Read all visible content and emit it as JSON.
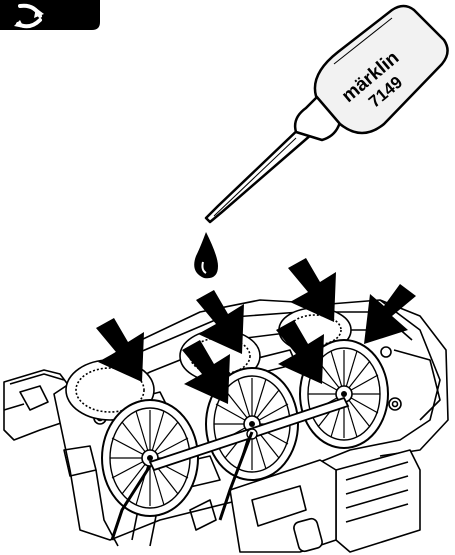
{
  "illustration": {
    "bottle": {
      "brand": "märklin",
      "product_number": "7149"
    },
    "corner_badge_icon": "rotate-arrows-icon",
    "arrow_count": 6,
    "colors": {
      "ink": "#000000",
      "paper": "#ffffff",
      "bottle_fill": "#f2f2f2"
    }
  }
}
